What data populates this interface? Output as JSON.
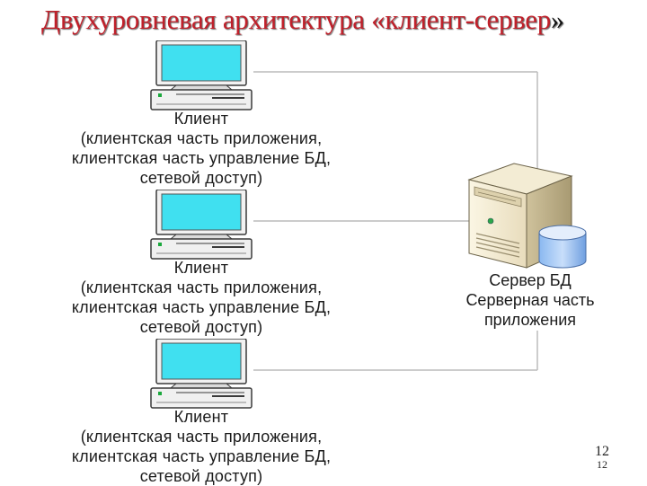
{
  "title": {
    "main": "Двухуровневая архитектура «клиент-сервер",
    "close_quote": "»"
  },
  "clients": [
    {
      "name": "Клиент",
      "line1": "(клиентская часть приложения,",
      "line2": "клиентская часть управление БД,",
      "line3": "сетевой доступ)"
    },
    {
      "name": "Клиент",
      "line1": "(клиентская часть приложения,",
      "line2": "клиентская часть управление БД,",
      "line3": "сетевой доступ)"
    },
    {
      "name": "Клиент",
      "line1": "(клиентская часть приложения,",
      "line2": "клиентская часть управление БД,",
      "line3": "сетевой доступ)"
    }
  ],
  "server": {
    "line1": "Сервер БД",
    "line2": "Серверная часть",
    "line3": "приложения"
  },
  "page_number": {
    "top": "12",
    "bottom": "12"
  },
  "icons": {
    "client": "desktop-computer-icon",
    "server": "server-tower-icon",
    "database": "database-cylinder-icon"
  },
  "colors": {
    "title": "#c0202a",
    "screen": "#40e0f0",
    "connector": "#bcbcbc"
  }
}
